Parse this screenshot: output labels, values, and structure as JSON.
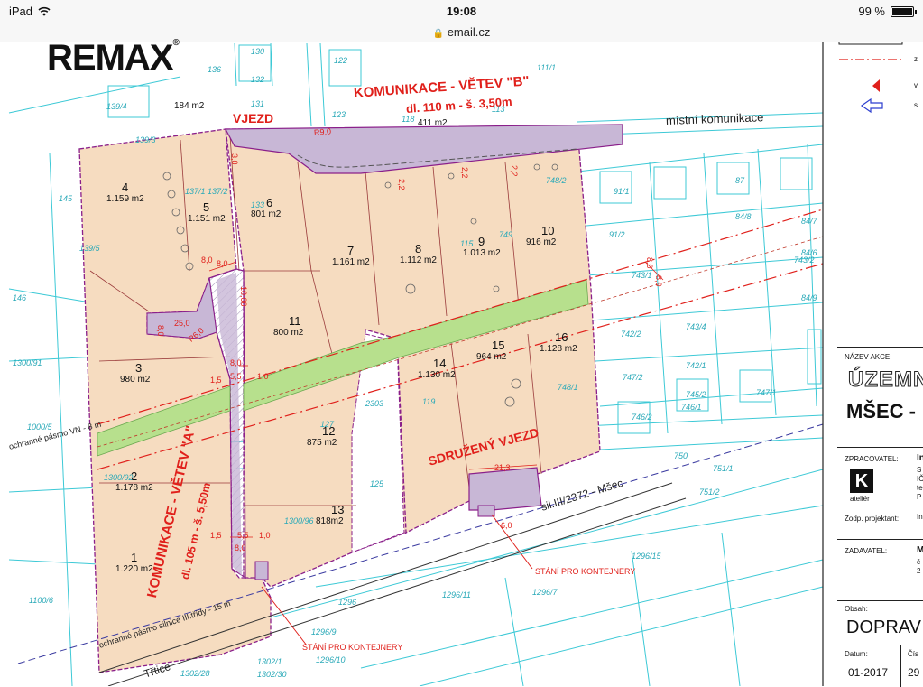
{
  "status_bar": {
    "device": "iPad",
    "time": "19:08",
    "battery": "99 %",
    "battery_level": 0.99
  },
  "browser": {
    "url": "email.cz"
  },
  "logo": {
    "text": "REMAX",
    "mark": "®"
  },
  "colors": {
    "parcel_fill": "#f6dcc0",
    "road_fill": "#c8b7d6",
    "green_strip": "#b7e08d",
    "boundary": "#8a1f8a",
    "cyan_lines": "#3dc9d6",
    "red_text": "#e0201b"
  },
  "map": {
    "road_labels": [
      {
        "text": "KOMUNIKACE - VĚTEV \"B\""
      },
      {
        "text": "dl. 110 m - š. 3,50m"
      },
      {
        "text": "VJEZD"
      },
      {
        "text": "KOMUNIKACE - VĚTEV \"A\""
      },
      {
        "text": "dl. 105 m - š. 5,50m"
      },
      {
        "text": "SDRUŽENÝ VJEZD"
      },
      {
        "text": "místní komunikace"
      },
      {
        "text": "sil.III/2372 - Mšec"
      },
      {
        "text": "Třtice"
      },
      {
        "text": "ochranné pásmo VN - 8 m"
      },
      {
        "text": "ochranné pásmo silnice III.třídy - 15 m"
      }
    ],
    "annotations": [
      {
        "text": "STÁNÍ PRO KONTEJNERY"
      },
      {
        "text": "STÁNÍ PRO KONTEJNERY"
      }
    ],
    "plots": [
      {
        "number": "1",
        "area": "1.220 m2"
      },
      {
        "number": "2",
        "area": "1.178 m2"
      },
      {
        "number": "3",
        "area": "980 m2"
      },
      {
        "number": "4",
        "area": "1.159 m2"
      },
      {
        "number": "5",
        "area": "1.151 m2"
      },
      {
        "number": "6",
        "area": "801 m2"
      },
      {
        "number": "7",
        "area": "1.161 m2"
      },
      {
        "number": "8",
        "area": "1.112 m2"
      },
      {
        "number": "9",
        "area": "1.013 m2"
      },
      {
        "number": "10",
        "area": "916 m2"
      },
      {
        "number": "11",
        "area": "800 m2"
      },
      {
        "number": "12",
        "area": "875 m2"
      },
      {
        "number": "13",
        "area": "818m2"
      },
      {
        "number": "14",
        "area": "1.130 m2"
      },
      {
        "number": "15",
        "area": "964 m2"
      },
      {
        "number": "16",
        "area": "1.128 m2"
      },
      {
        "number": "",
        "area": "184 m2"
      },
      {
        "number": "",
        "area": "411 m2"
      }
    ],
    "dimensions": [
      "8,0",
      "10,00",
      "25,0",
      "R6,0",
      "8,0",
      "5,5",
      "1,0",
      "1,5",
      "5,5",
      "8,0",
      "1,5",
      "1,0",
      "21,3",
      "8,0",
      "8,0",
      "6,0",
      "R9,0",
      "3,0",
      "2,2",
      "2,2",
      "2,2",
      "8,0",
      "8,0"
    ],
    "parcel_ids": [
      "139/4",
      "139/3",
      "145",
      "139/5",
      "146",
      "1300/91",
      "1000/5",
      "1300/92",
      "1100/6",
      "137/1",
      "137/2",
      "133",
      "132",
      "131",
      "130",
      "136",
      "122",
      "123",
      "118",
      "113",
      "111/1",
      "115",
      "119",
      "127",
      "125",
      "2303",
      "1300/96",
      "1296",
      "1296/9",
      "1296/10",
      "1296/11",
      "1296/7",
      "1296/15",
      "1302/1",
      "1302/28",
      "1302/30",
      "750",
      "751/1",
      "751/2",
      "91/1",
      "91/2",
      "87",
      "84/8",
      "84/6",
      "84/7",
      "84/9",
      "743/2",
      "743/1",
      "743/4",
      "742/2",
      "742/1",
      "745/2",
      "747/1",
      "747/2",
      "746/2",
      "746/1",
      "748/2",
      "749",
      "748/1"
    ]
  },
  "legend": {
    "items": [
      {
        "symbol": "rectangle"
      },
      {
        "symbol": "dash-dot red line",
        "text": "z"
      },
      {
        "symbol": "red triangle",
        "text": "v"
      },
      {
        "symbol": "blue arrow",
        "text": "s"
      }
    ]
  },
  "title_block": {
    "action_label": "NÁZEV AKCE:",
    "action_line1": "ÚZEMN",
    "action_line2": "MŠEC -",
    "processor_label": "ZPRACOVATEL:",
    "processor_value": "In",
    "processor_details": [
      "S",
      "IČ",
      "te",
      "P"
    ],
    "atelier_logo": "K",
    "atelier_text": "ateliér",
    "designer_label": "Zodp. projektant:",
    "designer_value": "In",
    "client_label": "ZADAVATEL:",
    "client_value": "M",
    "client_details": [
      "č",
      "2"
    ],
    "content_label": "Obsah:",
    "content_value": "DOPRAV",
    "date_label": "Datum:",
    "date_value": "01-2017",
    "number_label": "Čís",
    "number_value": "29"
  }
}
